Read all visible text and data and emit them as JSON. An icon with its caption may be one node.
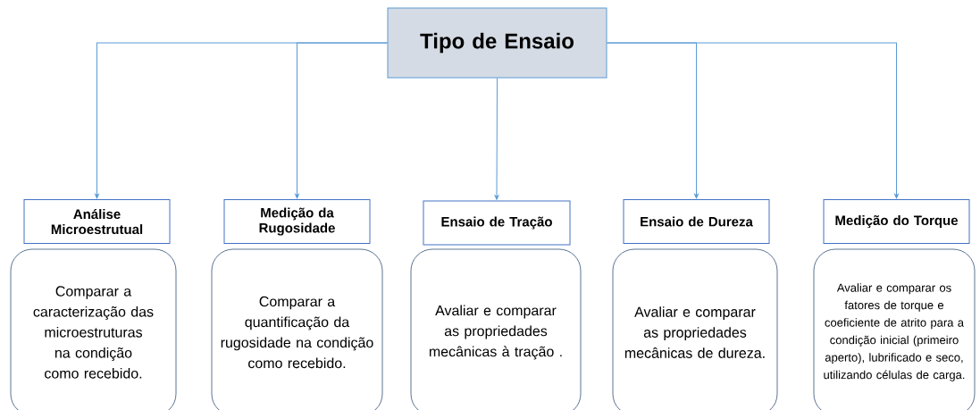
{
  "diagram": {
    "nodes": [
      {
        "text": [
          "Tipo de Ensaio"
        ]
      },
      {
        "text": [
          "Análise Microestrutual"
        ]
      },
      {
        "text": [
          "Comparar a caracterização das microestruturas na condição como recebido."
        ]
      },
      {
        "text": [
          "Medição da Rugosidade"
        ]
      },
      {
        "text": [
          "Comparar a quantificação da rugosidade na condição como recebido."
        ]
      },
      {
        "text": [
          "Ensaio de Tração"
        ]
      },
      {
        "text": [
          "Avaliar e comparar as propriedades mecânicas à tração ."
        ]
      },
      {
        "text": [
          "Ensaio de Dureza"
        ]
      },
      {
        "text": [
          "Avaliar e comparar as propriedades mecânicas de dureza."
        ]
      },
      {
        "text": [
          "Medição do Torque"
        ]
      },
      {
        "text": [
          "Avaliar e comparar os fatores de torque e coeficiente de atrito para a condição inicial (primeiro aperto), lubrificado e seco, utilizando células de carga."
        ]
      }
    ],
    "edges": [
      {
        "from": 0,
        "to": 1,
        "arrow": "to"
      },
      {
        "from": 0,
        "to": 3,
        "arrow": "to"
      },
      {
        "from": 0,
        "to": 5,
        "arrow": "to"
      },
      {
        "from": 0,
        "to": 7,
        "arrow": "to"
      },
      {
        "from": 0,
        "to": 9,
        "arrow": "to"
      }
    ]
  }
}
